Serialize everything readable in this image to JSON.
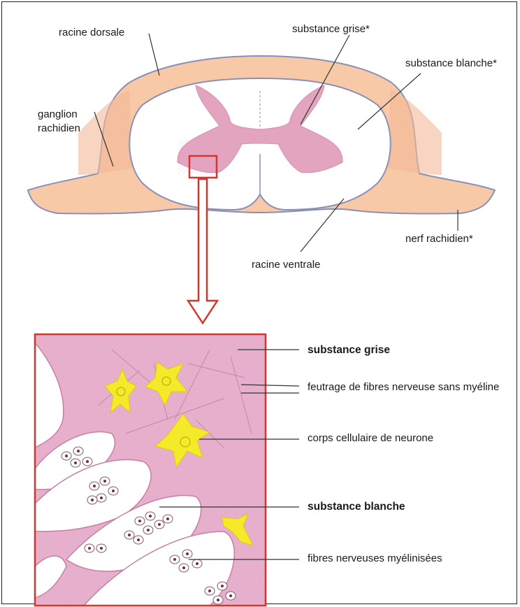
{
  "labels": {
    "racine_dorsale": "racine dorsale",
    "ganglion_line1": "ganglion",
    "ganglion_line2": "rachidien",
    "substance_grise_top": "substance grise*",
    "substance_blanche_top": "substance blanche*",
    "nerf_rachidien": "nerf rachidien*",
    "racine_ventrale": "racine ventrale",
    "substance_grise": "substance grise",
    "feutrage": "feutrage de fibres nerveuse sans myéline",
    "corps_cellulaire": "corps cellulaire de neurone",
    "substance_blanche": "substance blanche",
    "fibres_myelinisees": "fibres nerveuses myélinisées"
  },
  "colors": {
    "grey_matter": "#e2a4bf",
    "root_fill": "#f7c9a6",
    "outline": "#8a8fb8",
    "highlight_box": "#d9342b",
    "tissue": "#e7b0cc",
    "neuron": "#f4ea2a"
  }
}
